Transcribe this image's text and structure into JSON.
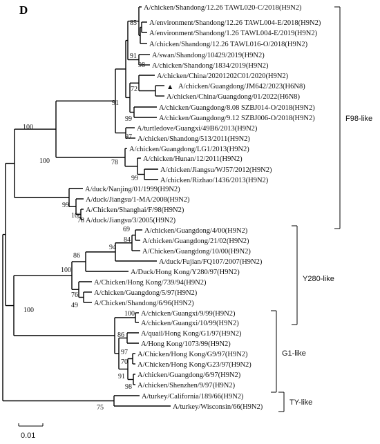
{
  "panel_label": "D",
  "leaves": [
    "A/chicken/Shandong/12.26 TAWL020-C/2018(H9N2)",
    "A/environment/Shandong/12.26 TAWL004-E/2018(H9N2)",
    "A/environment/Shandong/1.26 TAWL004-E/2019(H9N2)",
    "A/chicken/Shandong/12.26 TAWL016-O/2018(H9N2)",
    "A/swan/Shandong/10429/2019(H9N2)",
    "A/chicken/Shandong/1834/2019(H9N2)",
    "A/chicken/China/20201202C01/2020(H9N2)",
    "A/chicken/Guangdong/JM642/2023(H6N8)",
    "A/chicken/China/Guangdong/01/2022(H6N8)",
    "A/chicken/Guangdong/8.08 SZBJ014-O/2018(H9N2)",
    "A/chicken/Guangdong/9.12 SZBJ006-O/2018(H9N2)",
    "A/turtledove/Guangxi/49B6/2013(H9N2)",
    "A/chicken/Shandong/513/2011(H9N2)",
    "A/chicken/Guangdong/LG1/2013(H9N2)",
    "A/chicken/Hunan/12/2011(H9N2)",
    "A/chicken/Jiangsu/WJ57/2012(H9N2)",
    "A/chicken/Rizhao/1436/2013(H9N2)",
    "A/duck/Nanjing/01/1999(H9N2)",
    "A/duck/Jiangsu/1-MA/2008(H9N2)",
    "A/Chicken/Shanghai/F/98(H9N2)",
    "A/duck/Jiangsu/3/2005(H9N2)",
    "A/chicken/Guangdong/4/00(H9N2)",
    "A/chicken/Guangdong/21/02(H9N2)",
    "A/Chicken/Guangdong/10/00(H9N2)",
    "A/duck/Fujian/FQ107/2007(H9N2)",
    "A/Duck/Hong Kong/Y280/97(H9N2)",
    "A/Chicken/Hong Kong/739/94(H9N2)",
    "A/chicken/Guangdong/5/97(H9N2)",
    "A/Chicken/Shandong/6/96(H9N2)",
    "A/chicken/Guangxi/9/99(H9N2)",
    "A/chicken/Guangxi/10/99(H9N2)",
    "A/quail/Hong Kong/G1/97(H9N2)",
    "A/Hong Kong/1073/99(H9N2)",
    "A/Chicken/Hong Kong/G9/97(H9N2)",
    "A/Chicken/Hong Kong/G23/97(H9N2)",
    "A/chicken/Guangdong/6/97(H9N2)",
    "A/chicken/Shenzhen/9/97(H9N2)",
    "A/turkey/California/189/66(H9N2)",
    "A/turkey/Wisconsin/66(H9N2)"
  ],
  "marked_leaf": "A/chicken/Guangdong/JM642/2023(H6N8)",
  "marker_symbol": "▲",
  "bootstrap_values": [
    "85",
    "91",
    "98",
    "72",
    "91",
    "99",
    "100",
    "97",
    "78",
    "99",
    "100",
    "99",
    "78",
    "69",
    "84",
    "94",
    "86",
    "100",
    "76",
    "49",
    "100",
    "86",
    "97",
    "70",
    "91",
    "98",
    "100",
    "75",
    "100"
  ],
  "clade_labels": [
    "F98-like",
    "Y280-like",
    "G1-like",
    "TY-like"
  ],
  "scale_bar_label": "0.01",
  "colors": {
    "line": "#000000",
    "text": "#111111"
  }
}
